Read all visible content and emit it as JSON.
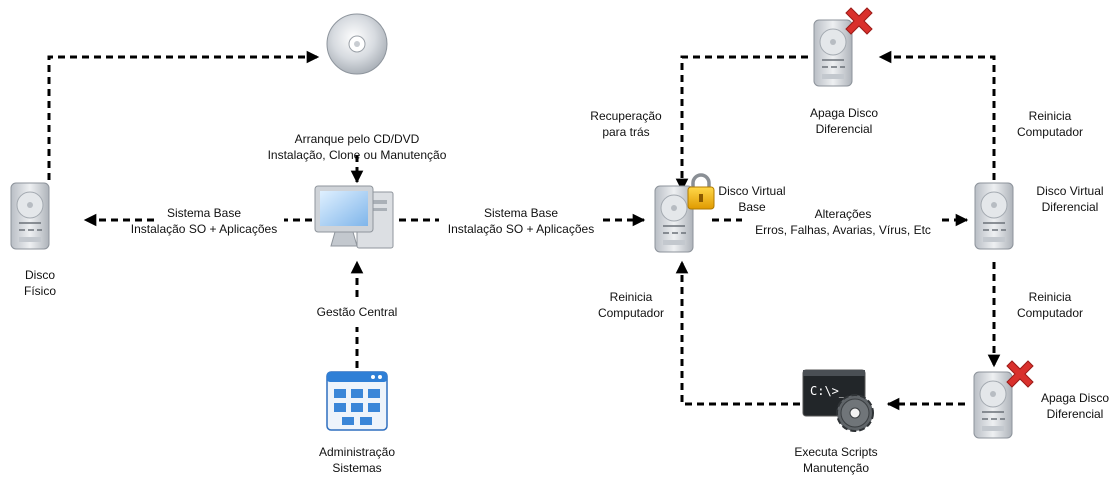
{
  "nodes": {
    "cd_dvd": {
      "line1": "Arranque pelo CD/DVD",
      "line2": "Instalação, Clone ou Manutenção"
    },
    "disco_fisico": {
      "line1": "Disco",
      "line2": "Físico"
    },
    "admin": {
      "line1": "Administração",
      "line2": "Sistemas"
    },
    "disco_virtual_base": {
      "line1": "Disco Virtual",
      "line2": "Base"
    },
    "disco_virtual_diferencial": {
      "line1": "Disco Virtual",
      "line2": "Diferencial"
    },
    "apaga_top": {
      "line1": "Apaga Disco",
      "line2": "Diferencial"
    },
    "apaga_bottom": {
      "line1": "Apaga Disco",
      "line2": "Diferencial"
    },
    "scripts": {
      "line1": "Executa Scripts",
      "line2": "Manutenção"
    }
  },
  "edges": {
    "sistema_base_left": {
      "line1": "Sistema Base",
      "line2": "Instalação SO + Aplicações"
    },
    "sistema_base_right": {
      "line1": "Sistema Base",
      "line2": "Instalação SO + Aplicações"
    },
    "gestao_central": {
      "line1": "Gestão Central"
    },
    "recuperacao": {
      "line1": "Recuperação",
      "line2": "para trás"
    },
    "alteracoes": {
      "line1": "Alterações",
      "line2": "Erros, Falhas, Avarias, Vírus, Etc"
    },
    "reinicia_left": {
      "line1": "Reinicia",
      "line2": "Computador"
    },
    "reinicia_right_top": {
      "line1": "Reinicia",
      "line2": "Computador"
    },
    "reinicia_right_bottom": {
      "line1": "Reinicia",
      "line2": "Computador"
    }
  },
  "icons": {
    "disk": "hard-disk-icon",
    "cd": "cd-dvd-icon",
    "computer": "computer-icon",
    "admin": "admin-window-icon",
    "lock": "lock-icon",
    "delete": "red-x-icon",
    "terminal": "terminal-gear-icon"
  },
  "colors": {
    "arrow": "#000000",
    "delete_red": "#d9302c",
    "lock_gold": "#f0b400",
    "disk_gray": "#cfd3d8",
    "admin_blue": "#2f7fd6"
  }
}
